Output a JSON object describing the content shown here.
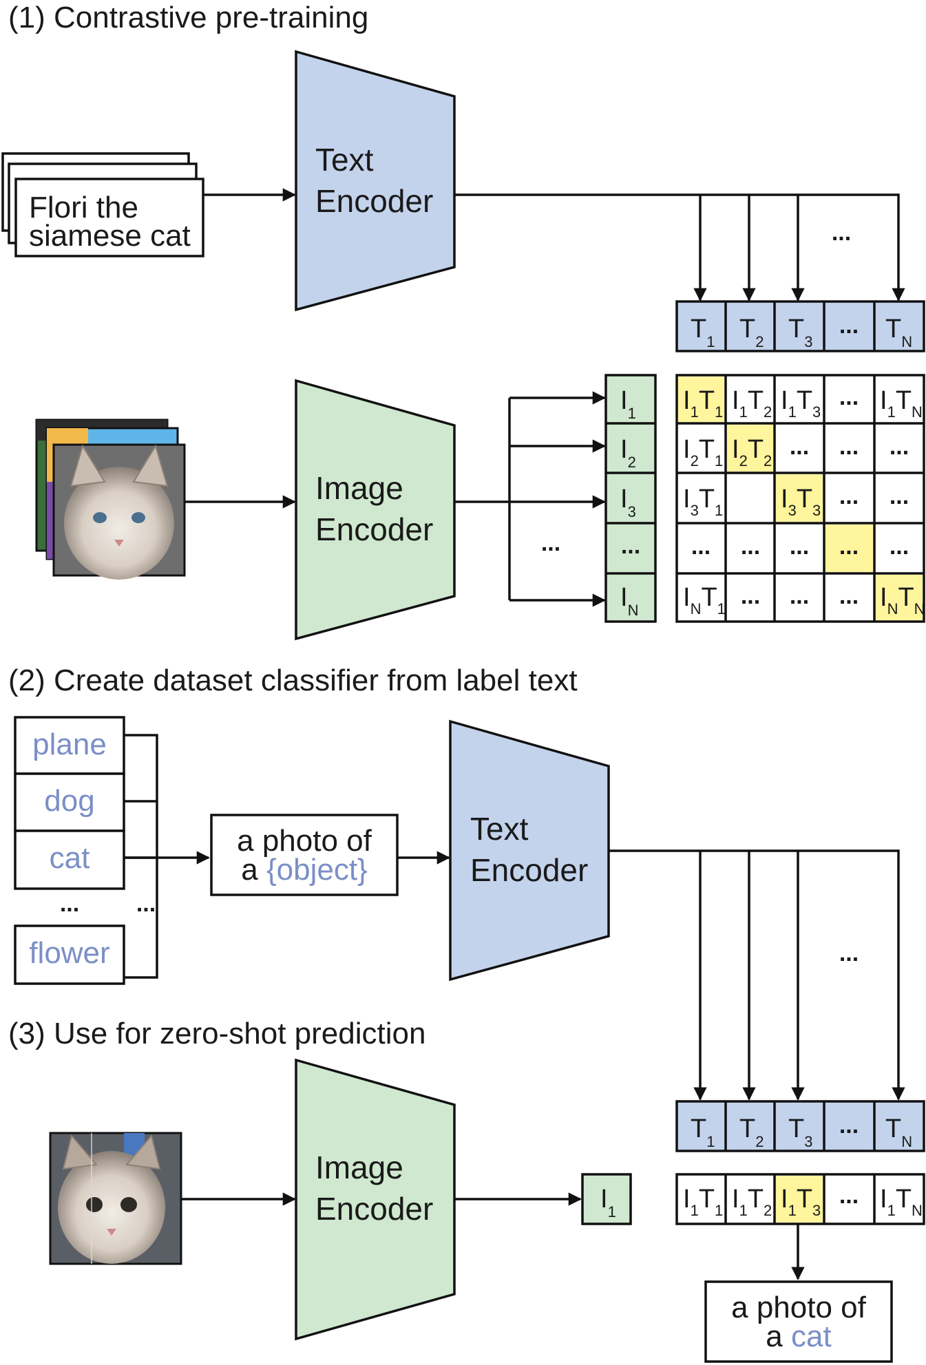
{
  "section1": {
    "title": "(1) Contrastive pre-training",
    "text_input": [
      "Flori the",
      "siamese cat"
    ],
    "text_encoder": [
      "Text",
      "Encoder"
    ],
    "image_encoder": [
      "Image",
      "Encoder"
    ],
    "ellipsis": "..."
  },
  "section2": {
    "title": "(2) Create dataset classifier from label text",
    "labels": [
      "plane",
      "dog",
      "cat",
      "...",
      "flower"
    ],
    "ellipsis_side": "...",
    "template_line1": "a photo of",
    "template_prefix": "a ",
    "template_slot": "{object}",
    "text_encoder": [
      "Text",
      "Encoder"
    ],
    "ellipsis": "..."
  },
  "section3": {
    "title": "(3) Use for zero-shot prediction",
    "image_encoder": [
      "Image",
      "Encoder"
    ],
    "result_line1": "a photo of",
    "result_prefix": "a ",
    "result_word": "cat"
  },
  "colors": {
    "text_encoder_fill": "#c4d3ec",
    "image_encoder_fill": "#cfe8cf",
    "highlight_fill": "#fff59d",
    "label_text": "#7b8fc7"
  },
  "icons": [
    "cat-photo-stack",
    "cat-photo"
  ]
}
